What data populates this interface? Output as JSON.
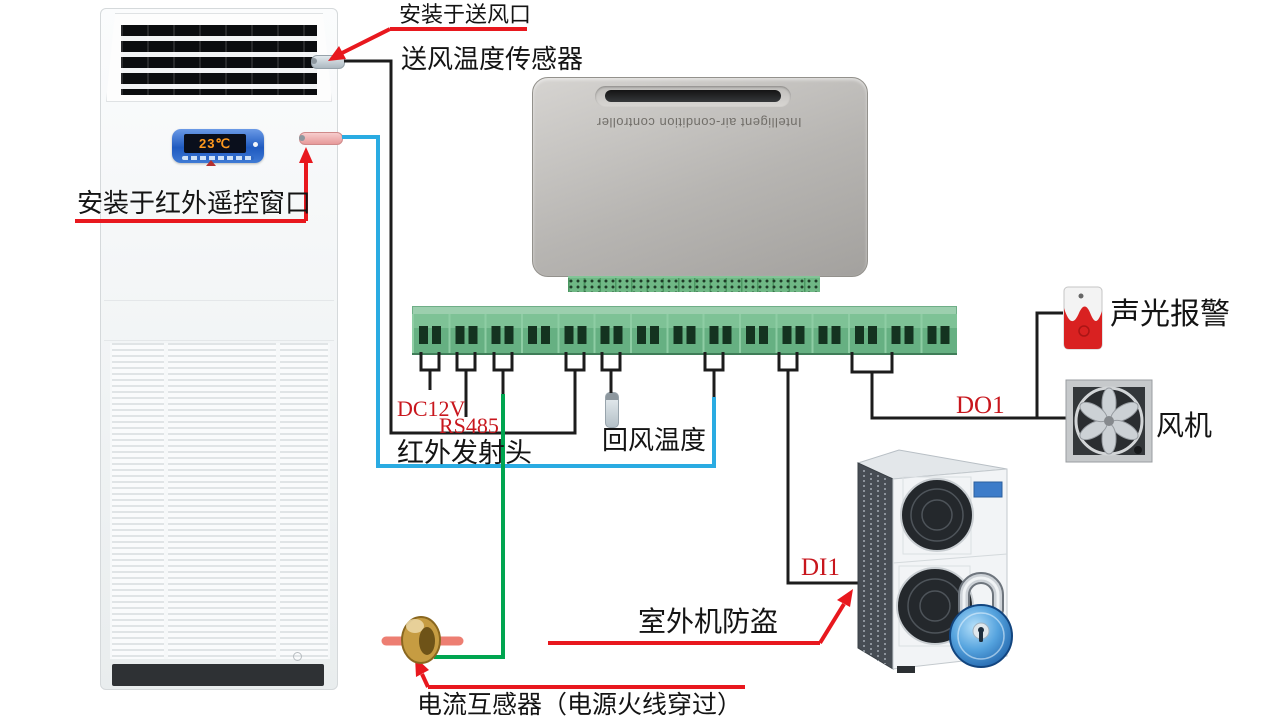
{
  "labels": {
    "install_supply_outlet": "安装于送风口",
    "supply_temp_sensor": "送风温度传感器",
    "install_ir_window": "安装于红外遥控窗口",
    "dc12v": "DC12V",
    "rs485": "RS485",
    "ir_emitter_head": "红外发射头",
    "return_air_temp": "回风温度",
    "do1": "DO1",
    "di1": "DI1",
    "alarm": "声光报警",
    "fan": "风机",
    "outdoor_theft": "室外机防盗",
    "current_transformer": "电流互感器（电源火线穿过）"
  },
  "controller": {
    "brand_text": "Intelligent air-condition controller"
  },
  "indoor_unit": {
    "display_temp": "23℃"
  },
  "colors": {
    "wire_black": "#1c1c1c",
    "wire_blue": "#2aabe2",
    "wire_green": "#00a550",
    "annotation_red": "#e8181e",
    "label_red": "#c8161d",
    "terminal_green": "#74bd8e"
  }
}
